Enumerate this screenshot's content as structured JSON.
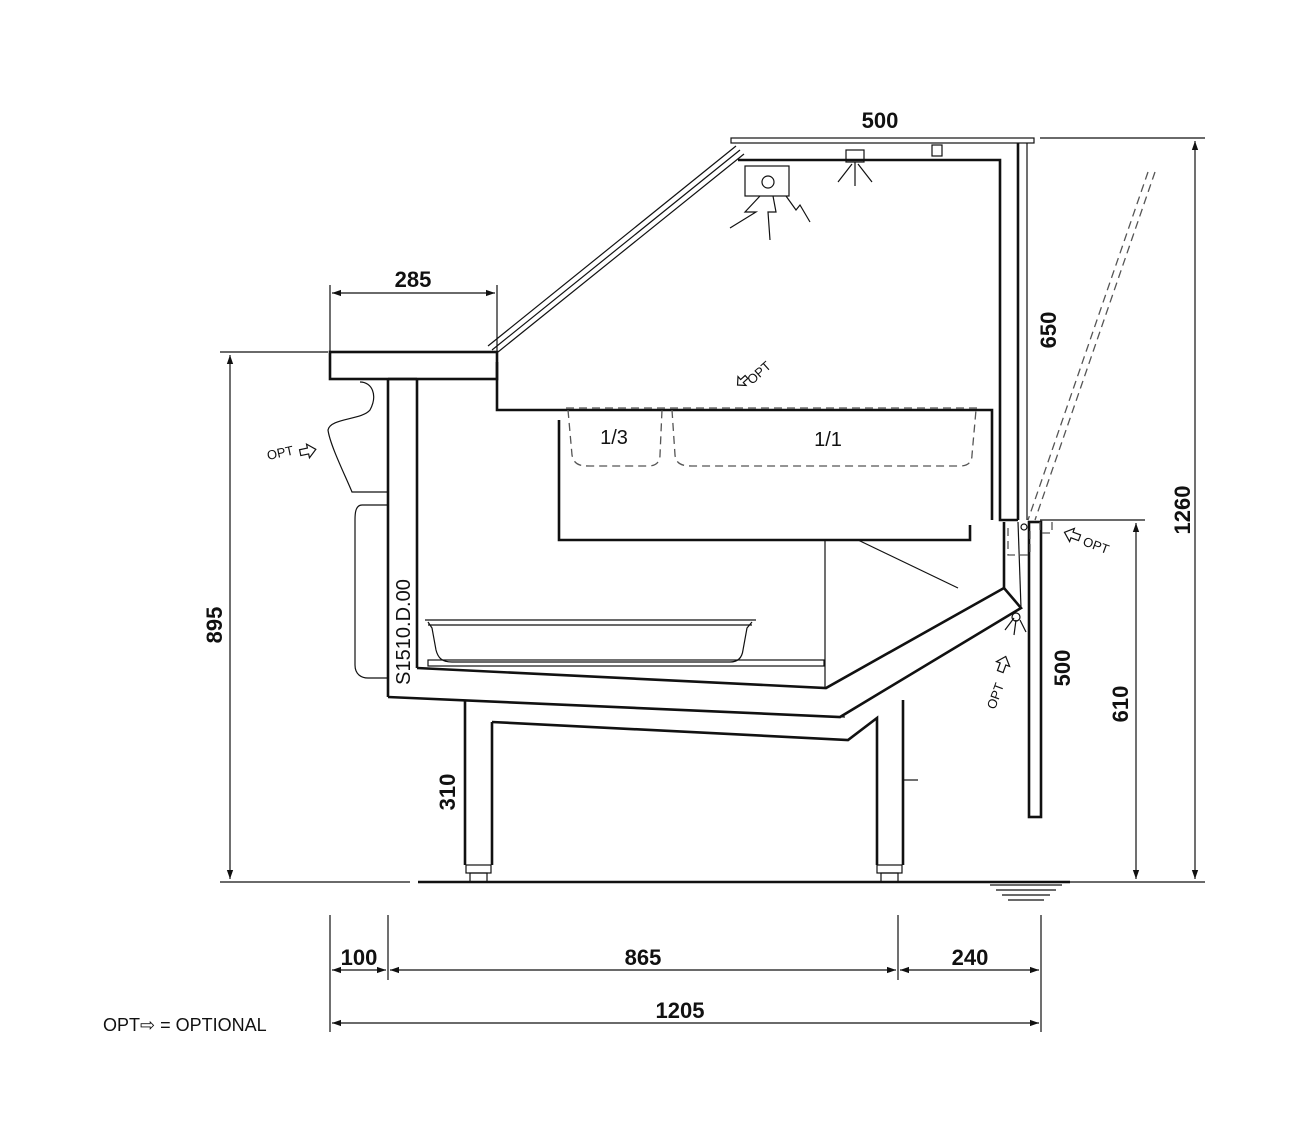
{
  "dimensions": {
    "top_width": "500",
    "counter_width": "285",
    "canopy_height": "650",
    "overall_height": "1260",
    "counter_height": "895",
    "rear_panel": "500",
    "rear_height": "610",
    "leg_height": "310",
    "front_overhang": "100",
    "leg_span": "865",
    "rear_overhang": "240",
    "overall_depth": "1205"
  },
  "labels": {
    "pan_third": "1/3",
    "pan_full": "1/1",
    "model_code": "S1510.D.00",
    "opt_tag": "OPT"
  },
  "legend": {
    "text": "OPT⇨  = OPTIONAL"
  }
}
